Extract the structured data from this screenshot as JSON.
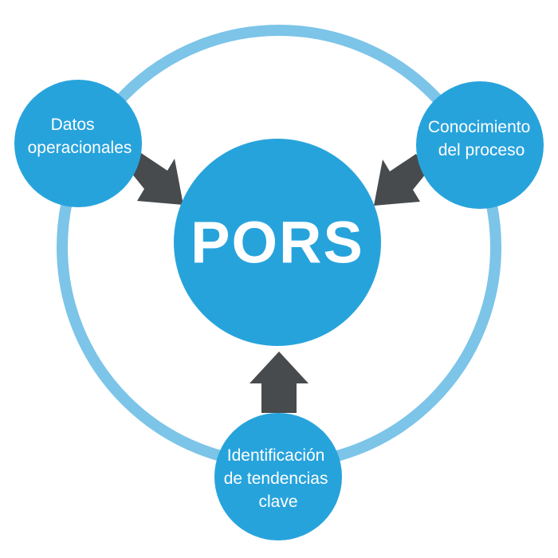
{
  "colors": {
    "ring": "#7cc4e8",
    "node": "#27a3dc",
    "arrow": "#474b4d",
    "background": "#ffffff",
    "text": "#ffffff"
  },
  "center": {
    "label": "PORS"
  },
  "nodes": {
    "top_left": {
      "lines": [
        "Datos",
        "operacionales"
      ]
    },
    "top_right": {
      "lines": [
        "Conocimiento",
        "del proceso"
      ]
    },
    "bottom": {
      "lines": [
        "Identificación",
        "de tendencias",
        "clave"
      ]
    }
  }
}
